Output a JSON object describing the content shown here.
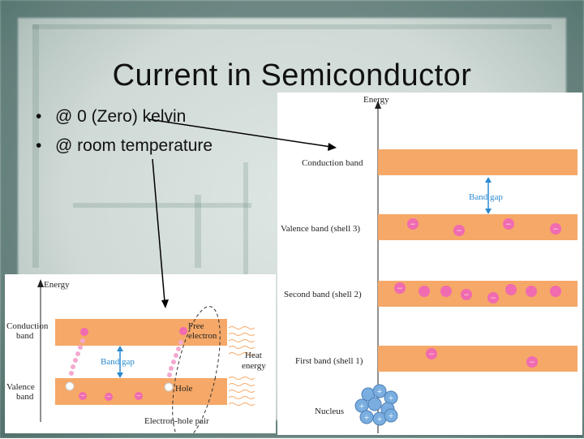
{
  "slide": {
    "title": "Current in Semiconductor",
    "bullets": [
      {
        "bullet": "•",
        "text": "@ 0 (Zero) kelvin"
      },
      {
        "bullet": "•",
        "text": "@ room temperature"
      }
    ]
  },
  "left_figure": {
    "energy_label": "Energy",
    "conduction_label": [
      "Conduction",
      "band"
    ],
    "valence_label": [
      "Valence",
      "band"
    ],
    "band_gap_label": "Band gap",
    "free_electron_label": [
      "Free",
      "electron"
    ],
    "hole_label": "Hole",
    "heat_label": [
      "Heat",
      "energy"
    ],
    "pair_label": "Electron-hole pair",
    "valence_electron_symbol": "−"
  },
  "right_figure": {
    "energy_label": "Energy",
    "conduction_band_label": "Conduction band",
    "band_gap_label": "Band gap",
    "valence_band_label": "Valence band (shell 3)",
    "second_band_label": "Second band (shell 2)",
    "first_band_label": "First band (shell 1)",
    "nucleus_label": "Nucleus",
    "electron_symbol": "−",
    "proton_symbol": "+"
  },
  "colors": {
    "band": "#f5a868",
    "electron": "#f06bb0",
    "arrow": "#2a8ad0",
    "nucleus": "#7aaee0",
    "title": "#111111"
  }
}
